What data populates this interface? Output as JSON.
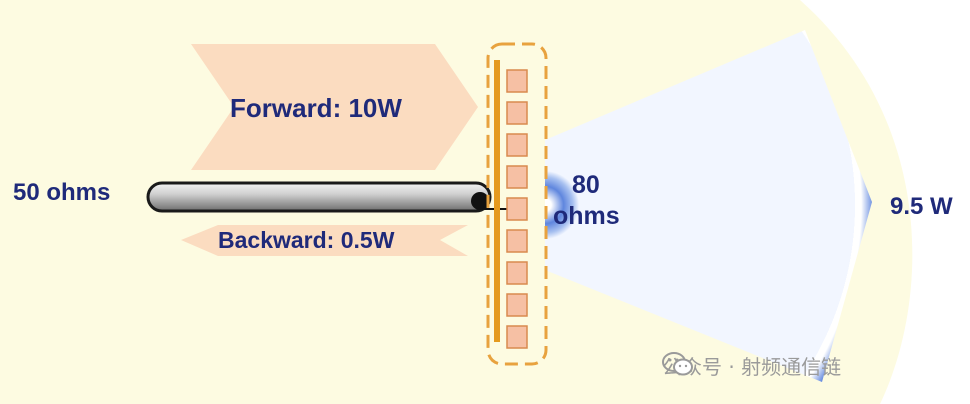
{
  "labels": {
    "source_impedance": "50 ohms",
    "forward_power": "Forward: 10W",
    "backward_power": "Backward: 0.5W",
    "antenna_impedance_value": "80",
    "antenna_impedance_unit": "ohms",
    "radiated_power": "9.5 W"
  },
  "watermark": {
    "text": "公众号 · 射频通信链",
    "icon": "wechat-icon"
  },
  "colors": {
    "background": "#fdfbe1",
    "arrow_fill": "#fbdcc0",
    "label_text": "#1f2a7a",
    "antenna_elements": "#f6c0a4",
    "antenna_outline": "#e8a23e",
    "beam": "#6a8fe0"
  }
}
